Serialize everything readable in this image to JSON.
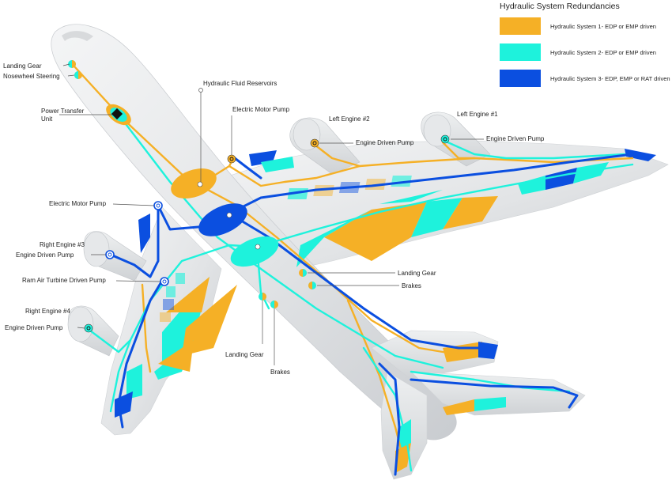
{
  "legend": {
    "title": "Hydraulic System Redundancies",
    "items": [
      {
        "label": "Hydraulic System 1- EDP or EMP driven",
        "color": "#f5b026"
      },
      {
        "label": "Hydraulic System 2- EDP or EMP driven",
        "color": "#1ef2dc"
      },
      {
        "label": "Hydraulic System 3- EDP,  EMP or RAT driven",
        "color": "#0b4fe0"
      }
    ]
  },
  "labels": {
    "landing_gear_nose": "Landing Gear",
    "nosewheel_steering": "Nosewheel Steering",
    "power_transfer_line1": "Power Transfer",
    "power_transfer_line2": "Unit",
    "hydraulic_fluid_reservoirs": "Hydraulic Fluid Reservoirs",
    "electric_motor_pump_top": "Electric Motor Pump",
    "left_engine_2": "Left Engine #2",
    "left_engine_1": "Left Engine #1",
    "engine_driven_pump_le2": "Engine Driven Pump",
    "engine_driven_pump_le1": "Engine Driven Pump",
    "electric_motor_pump_left": "Electric Motor Pump",
    "right_engine_3": "Right Engine #3",
    "engine_driven_pump_re3": "Engine Driven Pump",
    "ram_air_turbine": "Ram Air Turbine Driven Pump",
    "right_engine_4": "Right Engine #4",
    "engine_driven_pump_re4": "Engine Driven Pump",
    "landing_gear_main_right": "Landing Gear",
    "brakes_right": "Brakes",
    "landing_gear_main_bottom": "Landing Gear",
    "brakes_bottom": "Brakes"
  }
}
